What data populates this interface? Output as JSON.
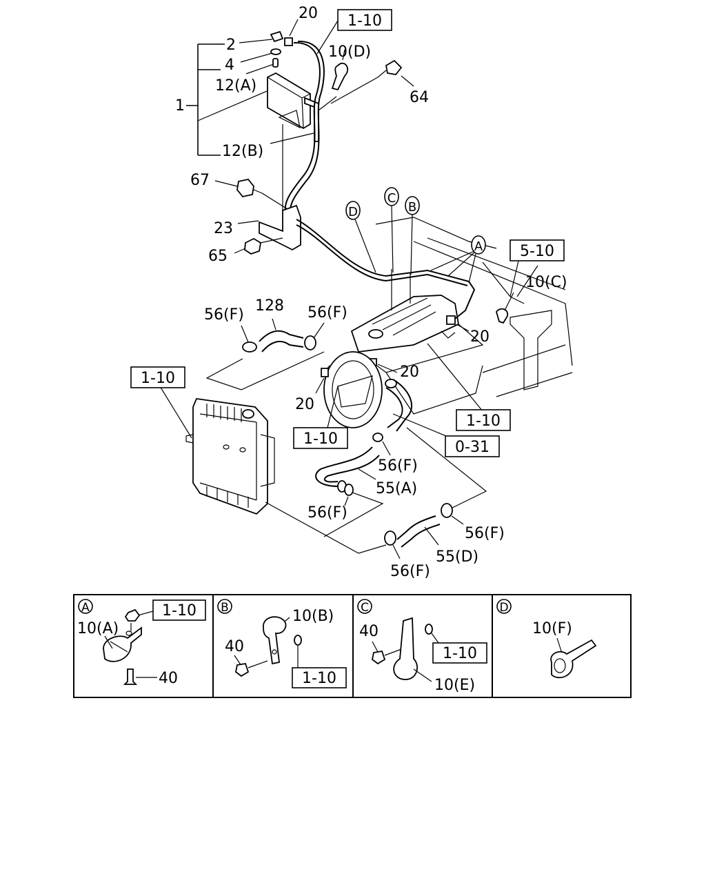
{
  "main_callouts": {
    "c1": "1",
    "c2": "2",
    "c4": "4",
    "c12a": "12(A)",
    "c12b": "12(B)",
    "c20_top": "20",
    "c10d": "10(D)",
    "c64": "64",
    "c67": "67",
    "c23": "23",
    "c65": "65",
    "c10c": "10(C)",
    "c20_right": "20",
    "c20_mid": "20",
    "c20_fan": "20",
    "c128": "128",
    "c56f_1": "56(F)",
    "c56f_2": "56(F)",
    "c56f_3": "56(F)",
    "c56f_4": "56(F)",
    "c56f_5": "56(F)",
    "c56f_6": "56(F)",
    "c55a": "55(A)",
    "c55d": "55(D)"
  },
  "detail_markers": {
    "a": "A",
    "b": "B",
    "c": "C",
    "d": "D"
  },
  "reference_boxes": {
    "r_top": "1-10",
    "r_5_10": "5-10",
    "r_left": "1-10",
    "r_engine": "1-10",
    "r_fan": "1-10",
    "r_0_31": "0-31"
  },
  "details": [
    {
      "marker": "A",
      "ref": "1-10",
      "labels": [
        "10(A)",
        "40"
      ]
    },
    {
      "marker": "B",
      "ref": "1-10",
      "labels": [
        "10(B)",
        "40"
      ]
    },
    {
      "marker": "C",
      "ref": "1-10",
      "labels": [
        "40",
        "10(E)"
      ]
    },
    {
      "marker": "D",
      "ref": "",
      "labels": [
        "10(F)"
      ]
    }
  ]
}
